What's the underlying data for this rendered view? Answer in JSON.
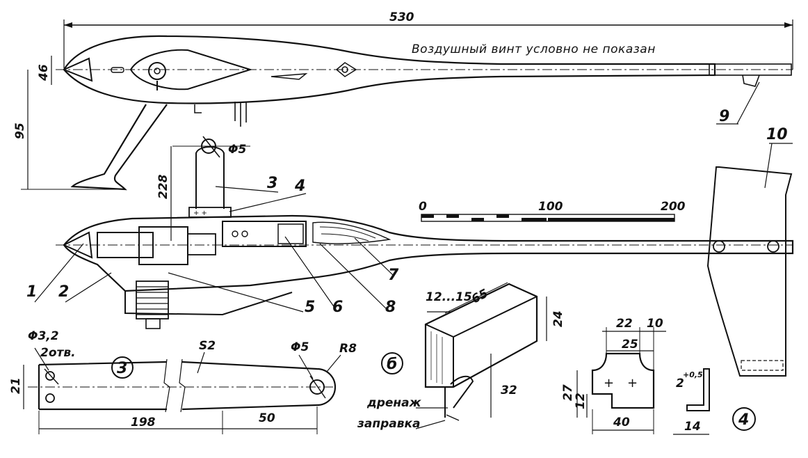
{
  "note": "Воздушный винт условно не показан",
  "dimensions": {
    "total_length": "530",
    "fuselage_height": "46",
    "overall_height": "95",
    "mast_height": "228",
    "mast_hole": "Φ5",
    "tank_width": "12...15",
    "tank_length": "65",
    "tank_height": "24",
    "tank_tube": "32",
    "part3_holes": "Φ3,2",
    "part3_holes_note": "2отв.",
    "part3_thickness": "S2",
    "part3_hole": "Φ5",
    "part3_radius": "R8",
    "part3_width": "21",
    "part3_length": "198",
    "part3_end": "50",
    "part4_w1": "22",
    "part4_w2": "10",
    "part4_w3": "25",
    "part4_h1": "27",
    "part4_h2": "12",
    "part4_len": "40",
    "part4_thick": "2",
    "part4_thick_tol": "+0,5",
    "part4_side": "14"
  },
  "scale": {
    "ticks": [
      "0",
      "100",
      "200"
    ]
  },
  "labels": [
    "1",
    "2",
    "3",
    "4",
    "5",
    "6",
    "7",
    "8",
    "9",
    "10"
  ],
  "view_markers": {
    "part3": "3",
    "tank": "б",
    "part4": "4"
  },
  "tank_labels": {
    "drain": "дренаж",
    "fill": "заправка"
  }
}
